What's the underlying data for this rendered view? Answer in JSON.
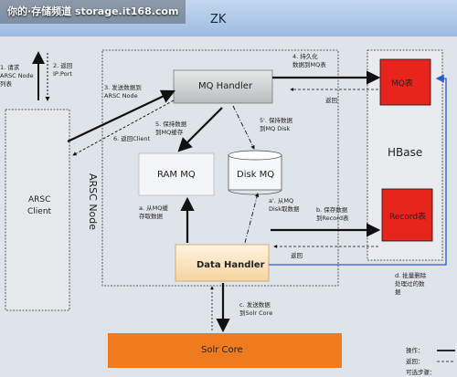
{
  "watermark": "你的·存储频道 storage.it168.com",
  "zk": {
    "label": "ZK"
  },
  "hbase": {
    "title": "HBase",
    "mq_table": "MQ表",
    "record_table": "Record表"
  },
  "client": {
    "label_line1": "ARSC",
    "label_line2": "Client"
  },
  "arsc_node": {
    "label": "ARSC Node"
  },
  "components": {
    "mq_handler": "MQ Handler",
    "ram_mq": "RAM MQ",
    "disk_mq": "Disk MQ",
    "data_handler": "Data Handler",
    "solr_core": "Solr Core"
  },
  "steps": {
    "s1_l1": "1. 请求",
    "s1_l2": "ARSC Node",
    "s1_l3": "列表",
    "s2_l1": "2. 返回",
    "s2_l2": "IP:Port",
    "s3_l1": "3. 发送数据到",
    "s3_l2": "ARSC Node",
    "s4_l1": "4. 持久化",
    "s4_l2": "数据到MQ表",
    "ret_mq": "返回",
    "s5_l1": "5. 保持数据",
    "s5_l2": "到MQ缓存",
    "s5p_l1": "5'. 保持数据",
    "s5p_l2": "到MQ Disk",
    "s6": "6. 返回Client",
    "sa_l1": "a. 从MQ缓",
    "sa_l2": "存取数据",
    "sap_l1": "a'. 从MQ",
    "sap_l2": "Disk取数据",
    "sb_l1": "b. 保存数据",
    "sb_l2": "到Record表",
    "ret_record": "返回",
    "sc_l1": "c. 发送数据",
    "sc_l2": "到Solr Core",
    "sd_l1": "d. 批量删除",
    "sd_l2": "处理过的数",
    "sd_l3": "据"
  },
  "legend": {
    "op": "操作：",
    "ret": "返回：",
    "opt": "可选步骤："
  },
  "colors": {
    "zk_bar": "#a9c5e4",
    "hbase_red": "#e8251c",
    "solr_orange": "#f07a1e",
    "data_handler_fill": "#fbe8c8",
    "mq_handler_fill": "#cfd2d2",
    "arrow_blue": "#2a5bd6"
  }
}
